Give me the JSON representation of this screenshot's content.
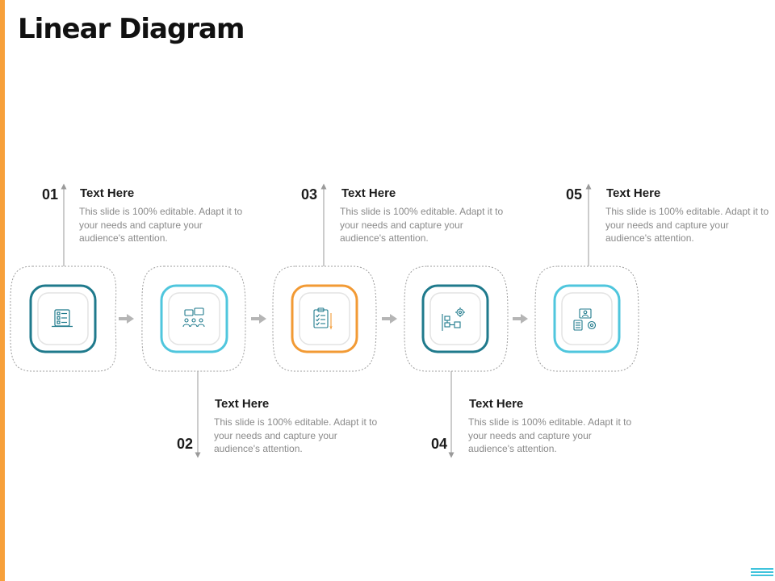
{
  "slide": {
    "title": "Linear Diagram"
  },
  "colors": {
    "accent_bar": "#f7a03a",
    "teal_dark": "#1f7a8c",
    "cyan": "#4fc6dd",
    "orange": "#f29a34",
    "gray_connector": "#9a9a9a"
  },
  "steps": [
    {
      "number": "01",
      "heading": "Text Here",
      "body": "This slide is 100% editable. Adapt it to your needs and capture your audience's attention.",
      "icon": "tablet-checklist-icon",
      "ring_color": "teal"
    },
    {
      "number": "02",
      "heading": "Text Here",
      "body": "This slide is 100% editable. Adapt it to your needs and capture your audience's attention.",
      "icon": "team-discussion-icon",
      "ring_color": "cyan"
    },
    {
      "number": "03",
      "heading": "Text Here",
      "body": "This slide is 100% editable. Adapt it to your needs and capture your audience's attention.",
      "icon": "clipboard-checklist-icon",
      "ring_color": "orange"
    },
    {
      "number": "04",
      "heading": "Text Here",
      "body": "This slide is 100% editable. Adapt it to your needs and capture your audience's attention.",
      "icon": "workflow-gear-icon",
      "ring_color": "teal"
    },
    {
      "number": "05",
      "heading": "Text Here",
      "body": "This slide is 100% editable. Adapt it to your needs and capture your audience's attention.",
      "icon": "user-document-gear-icon",
      "ring_color": "cyan"
    }
  ]
}
